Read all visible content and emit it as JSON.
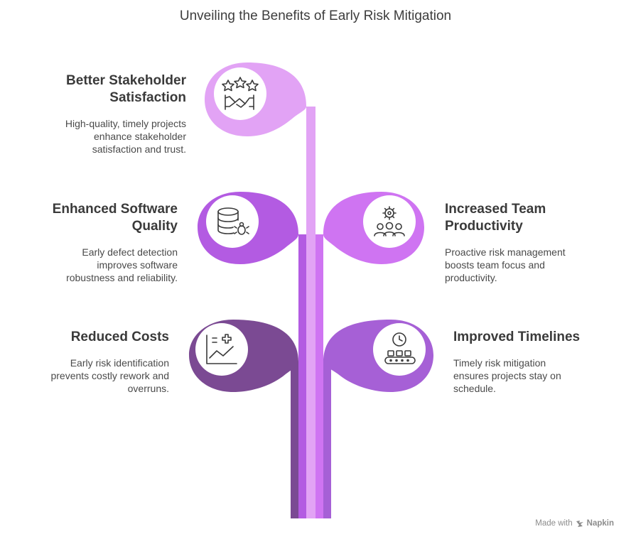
{
  "title": "Unveiling the Benefits of Early Risk Mitigation",
  "colors": {
    "stakeholder": "#e2a3f5",
    "quality": "#b35be2",
    "productivity": "#cf74f2",
    "costs": "#7b4a93",
    "timelines": "#a660d6"
  },
  "items": [
    {
      "heading": "Better Stakeholder Satisfaction",
      "heading_lines": [
        "Better Stakeholder",
        "Satisfaction"
      ],
      "description_lines": [
        "High-quality, timely projects",
        "enhance stakeholder",
        "satisfaction and trust."
      ],
      "icon": "stars-handshake-icon"
    },
    {
      "heading": "Enhanced Software Quality",
      "heading_lines": [
        "Enhanced Software",
        "Quality"
      ],
      "description_lines": [
        "Early defect detection",
        "improves software",
        "robustness and reliability."
      ],
      "icon": "database-bug-icon"
    },
    {
      "heading": "Increased Team Productivity",
      "heading_lines": [
        "Increased Team",
        "Productivity"
      ],
      "description_lines": [
        "Proactive risk management",
        "boosts team focus and",
        "productivity."
      ],
      "icon": "gear-team-icon"
    },
    {
      "heading": "Reduced Costs",
      "heading_lines": [
        "Reduced Costs"
      ],
      "description_lines": [
        "Early risk identification",
        "prevents costly rework and",
        "overruns."
      ],
      "icon": "chart-plus-icon"
    },
    {
      "heading": "Improved Timelines",
      "heading_lines": [
        "Improved Timelines"
      ],
      "description_lines": [
        "Timely risk mitigation",
        "ensures projects stay on",
        "schedule."
      ],
      "icon": "clock-conveyor-icon"
    }
  ],
  "footer": {
    "made_with": "Made with",
    "brand": "Napkin"
  }
}
